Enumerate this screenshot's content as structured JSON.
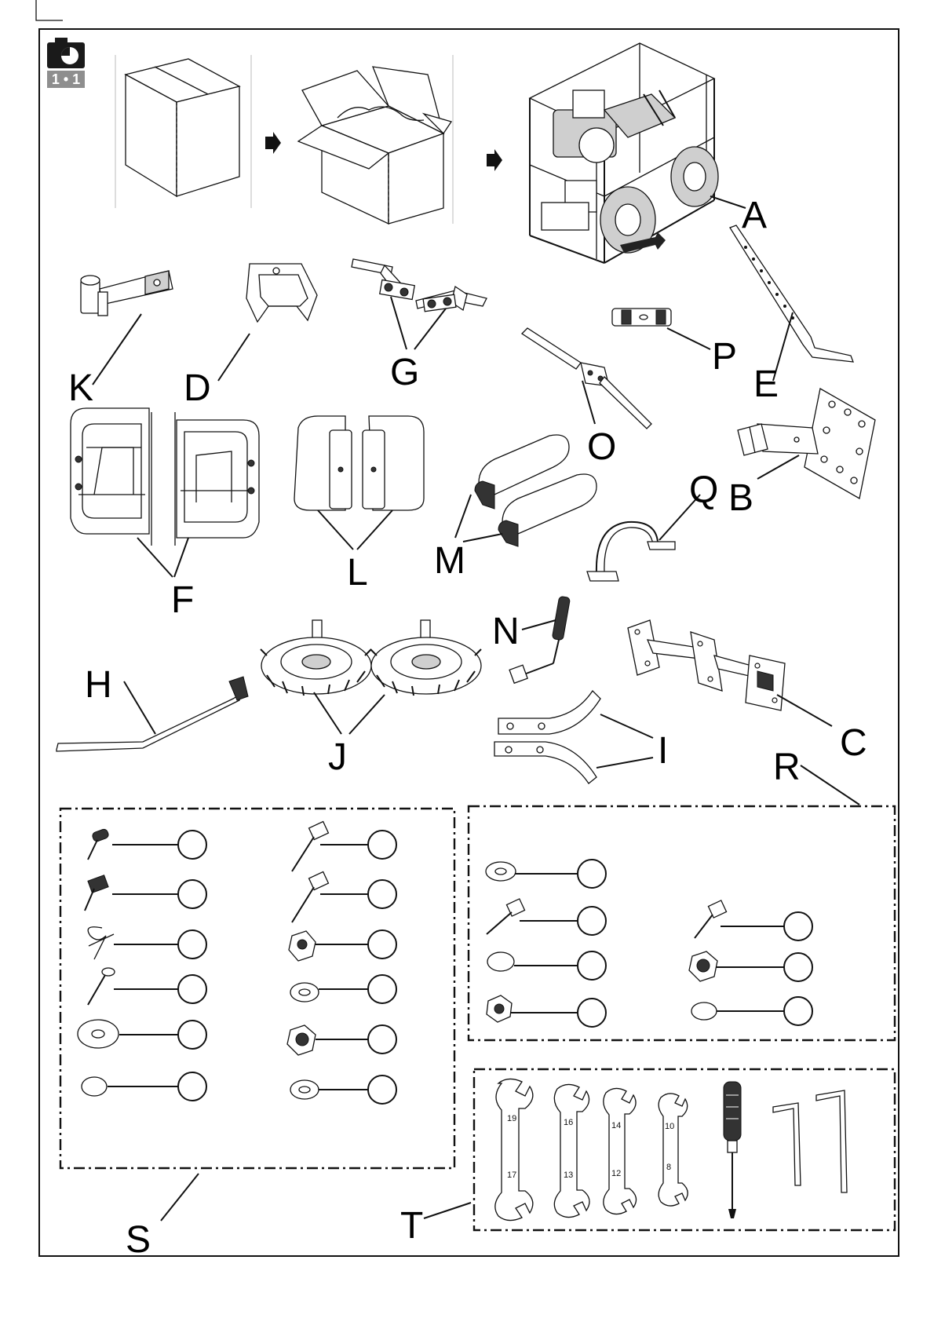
{
  "step_badge": {
    "icon": "camera-icon",
    "number": "1 • 1"
  },
  "parts": [
    {
      "letter": "A",
      "icon": "tiller-in-crate"
    },
    {
      "letter": "B",
      "icon": "bracket-plate-shaft"
    },
    {
      "letter": "C",
      "icon": "double-plate-bracket"
    },
    {
      "letter": "D",
      "icon": "cover-piece"
    },
    {
      "letter": "E",
      "icon": "slotted-bar"
    },
    {
      "letter": "F",
      "icon": "fender-pair"
    },
    {
      "letter": "G",
      "icon": "angle-brackets"
    },
    {
      "letter": "H",
      "icon": "bent-rod"
    },
    {
      "letter": "I",
      "icon": "curved-plates"
    },
    {
      "letter": "J",
      "icon": "wheels-with-axle"
    },
    {
      "letter": "K",
      "icon": "hinge-bracket"
    },
    {
      "letter": "L",
      "icon": "side-covers"
    },
    {
      "letter": "M",
      "icon": "grip-pads"
    },
    {
      "letter": "N",
      "icon": "crank-handle"
    },
    {
      "letter": "O",
      "icon": "linkage-rods"
    },
    {
      "letter": "P",
      "icon": "clip-plate"
    },
    {
      "letter": "Q",
      "icon": "u-clamp"
    },
    {
      "letter": "R",
      "icon": "hardware-kit-r"
    },
    {
      "letter": "S",
      "icon": "hardware-kit-s"
    },
    {
      "letter": "T",
      "icon": "tool-kit"
    }
  ],
  "wrench_sizes": [
    {
      "top": "19",
      "bottom": "17"
    },
    {
      "top": "16",
      "bottom": "13"
    },
    {
      "top": "14",
      "bottom": "12"
    },
    {
      "top": "10",
      "bottom": "8"
    }
  ]
}
